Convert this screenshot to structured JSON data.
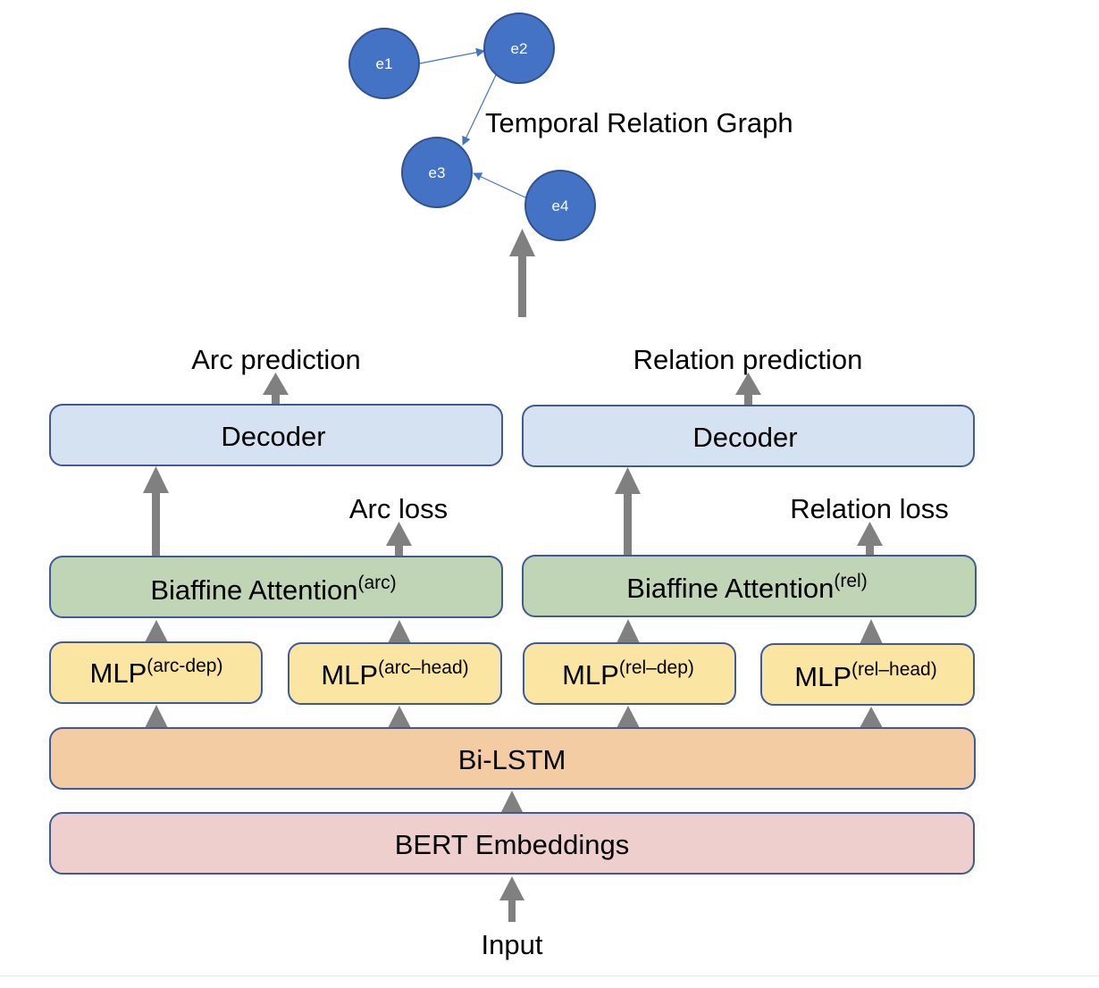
{
  "graph": {
    "title": "Temporal Relation Graph",
    "nodes": [
      {
        "id": "e1",
        "label": "e1"
      },
      {
        "id": "e2",
        "label": "e2"
      },
      {
        "id": "e3",
        "label": "e3"
      },
      {
        "id": "e4",
        "label": "e4"
      }
    ],
    "edges": [
      {
        "from": "e1",
        "to": "e2"
      },
      {
        "from": "e2",
        "to": "e3"
      },
      {
        "from": "e4",
        "to": "e3"
      }
    ]
  },
  "outputs": {
    "arc_prediction": "Arc prediction",
    "relation_prediction": "Relation prediction",
    "arc_loss": "Arc loss",
    "relation_loss": "Relation loss"
  },
  "boxes": {
    "decoder_arc": "Decoder",
    "decoder_rel": "Decoder",
    "biaffine_arc": {
      "main": "Biaffine Attention",
      "sup": "(arc)"
    },
    "biaffine_rel": {
      "main": "Biaffine Attention",
      "sup": "(rel)"
    },
    "mlp_arc_dep": {
      "main": "MLP",
      "sup": "(arc-dep)"
    },
    "mlp_arc_head": {
      "main": "MLP",
      "sup": "(arc–head)"
    },
    "mlp_rel_dep": {
      "main": "MLP",
      "sup": "(rel–dep)"
    },
    "mlp_rel_head": {
      "main": "MLP",
      "sup": "(rel–head)"
    },
    "bilstm": "Bi-LSTM",
    "bert": "BERT Embeddings"
  },
  "input_label": "Input",
  "colors": {
    "node_fill": "#4472c4",
    "node_stroke": "#2f528f",
    "box_stroke": "#3f5a94",
    "decoder_fill": "#d5e2f2",
    "biaffine_fill": "#bfd5b5",
    "mlp_fill": "#fbe5a2",
    "bilstm_fill": "#f3cca3",
    "bert_fill": "#efcfcd",
    "arrow": "#808080"
  }
}
